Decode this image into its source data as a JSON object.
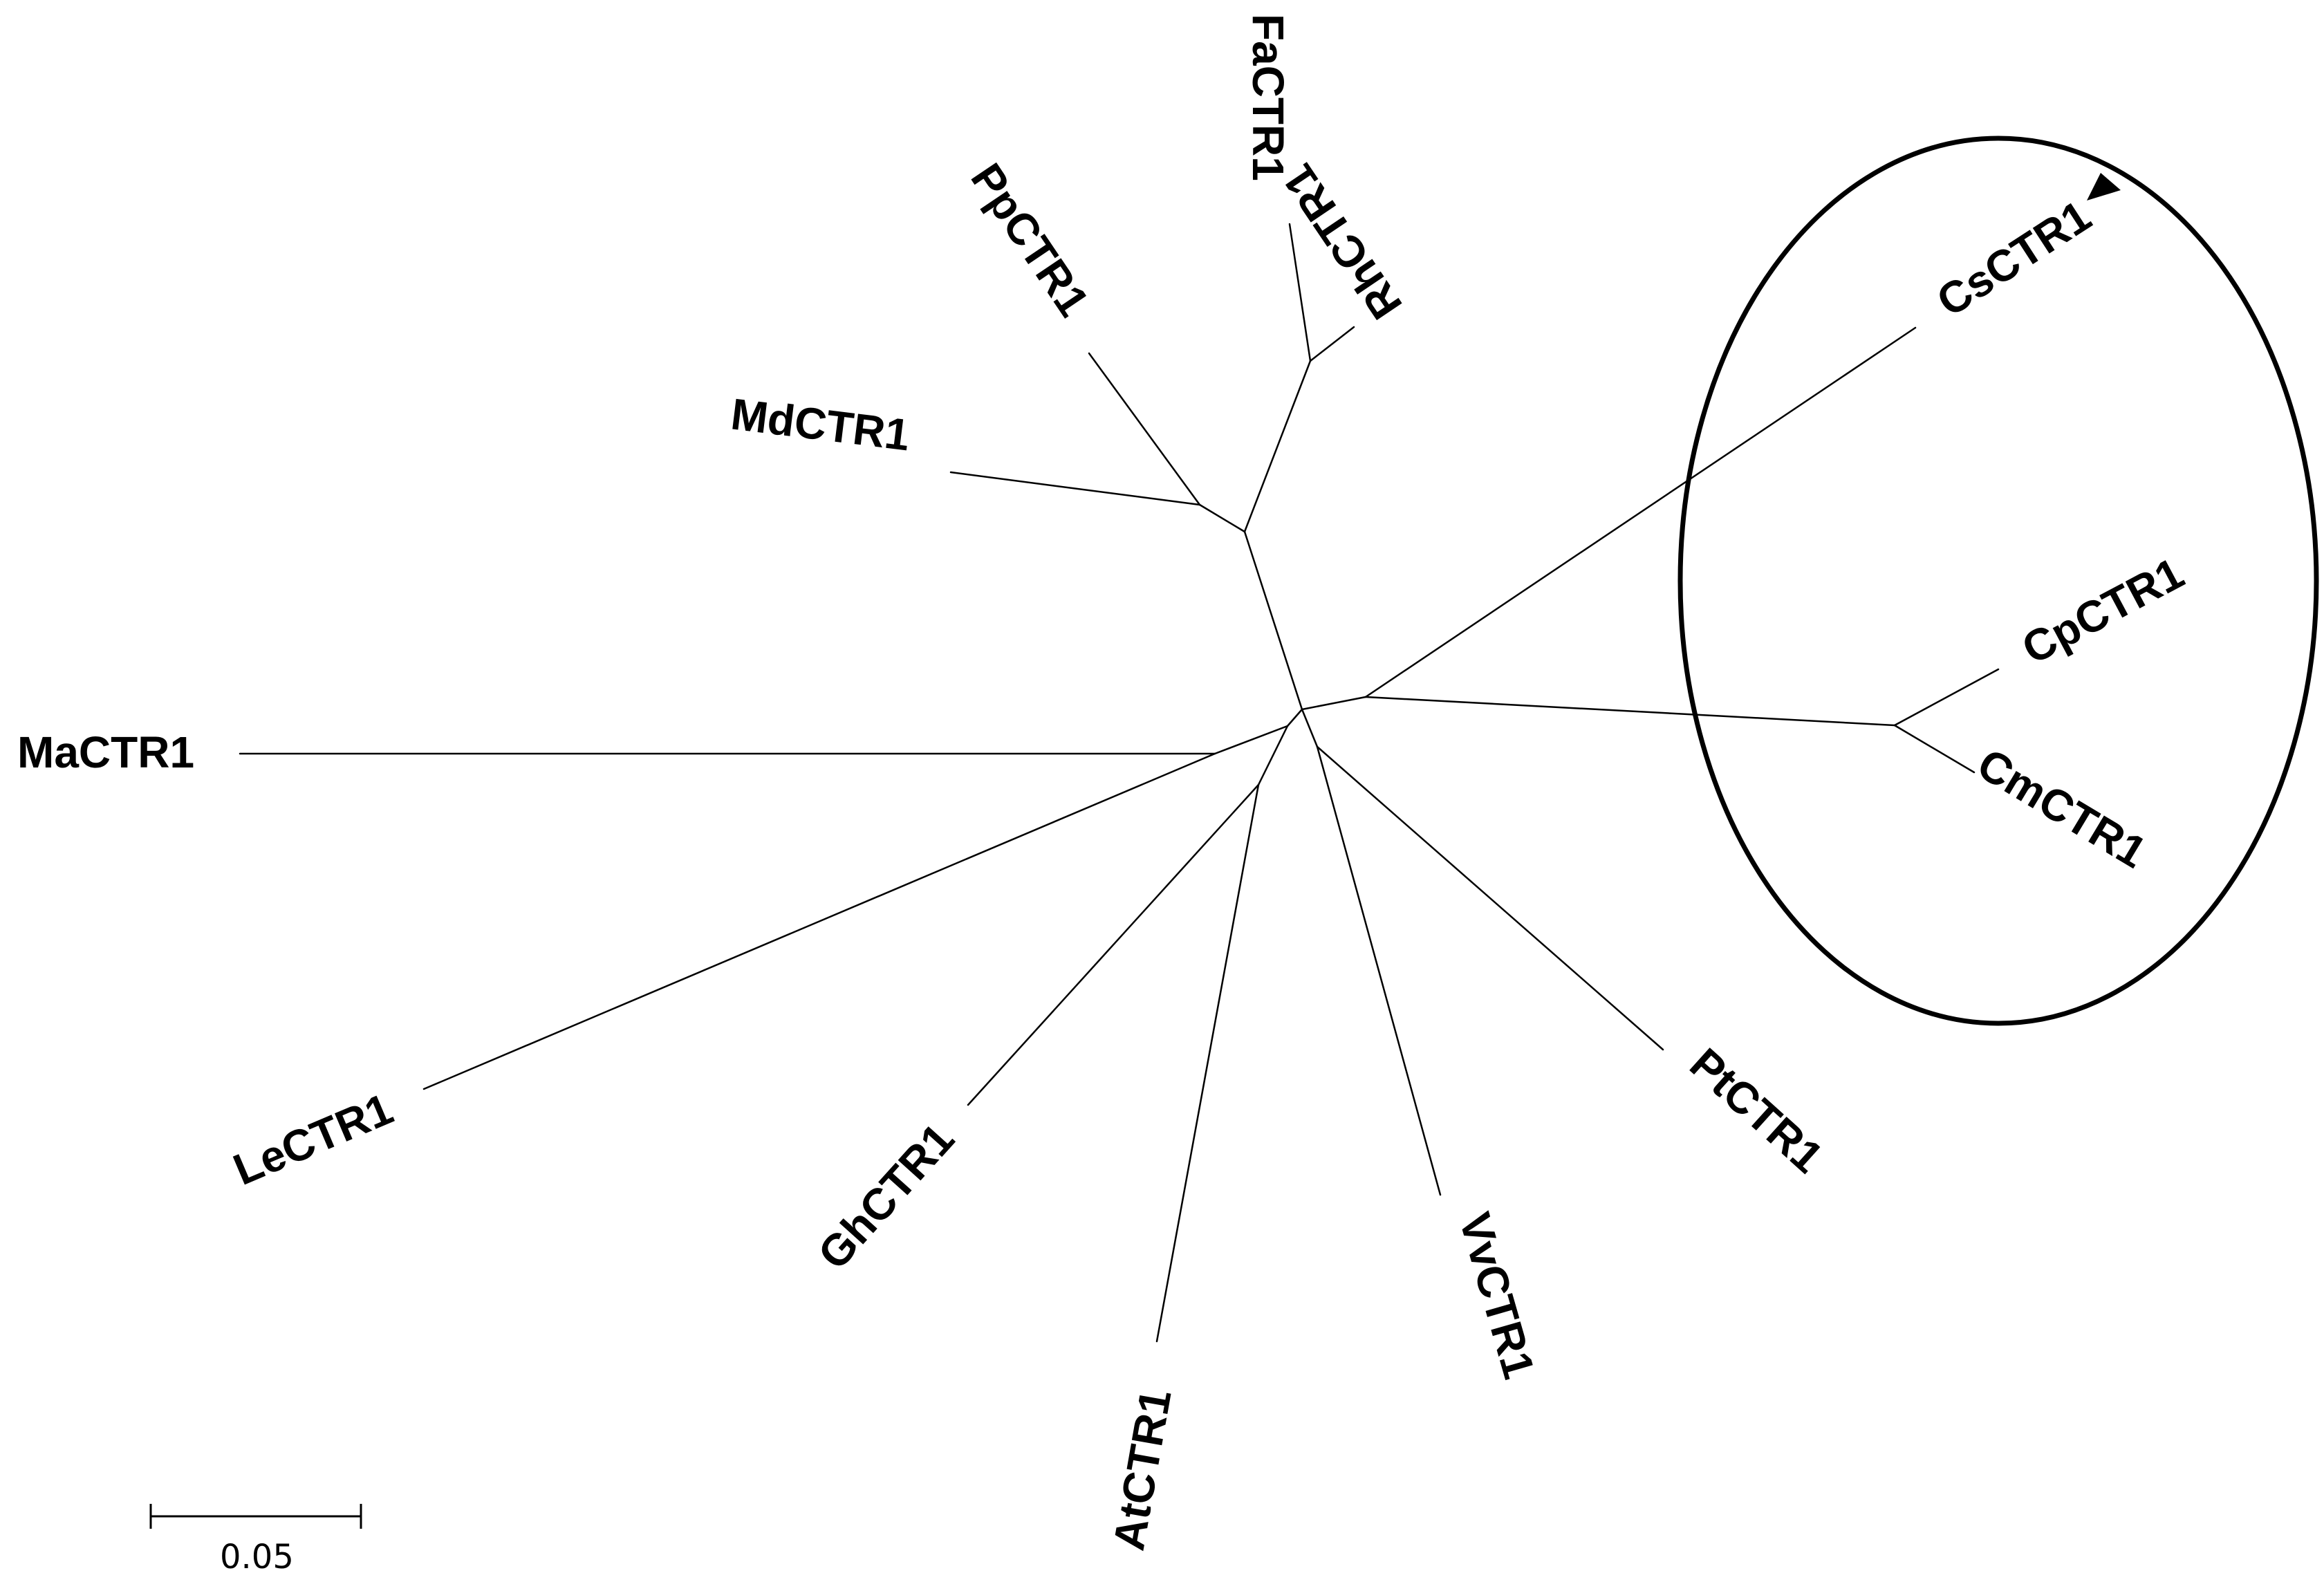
{
  "diagram": {
    "type": "unrooted phylogenetic tree",
    "leaves": {
      "facTR1": "FaCTR1",
      "rhCTR1": "RhCTR1",
      "ppCTR1": "PpCTR1",
      "mdCTR1": "MdCTR1",
      "maCTR1": "MaCTR1",
      "csCTR1": "CsCTR1",
      "cpCTR1": "CpCTR1",
      "cmCTR1": "CmCTR1",
      "leCTR1": "LeCTR1",
      "ghCTR1": "GhCTR1",
      "atCTR1": "AtCTR1",
      "vvCTR1": "VvCTR1",
      "ptCTR1": "PtCTR1"
    },
    "highlight": {
      "leaf": "CsCTR1",
      "marker": "triangle",
      "clade_members": [
        "CsCTR1",
        "CpCTR1",
        "CmCTR1"
      ]
    },
    "scale_bar": {
      "label": "0.05",
      "value": 0.05
    }
  }
}
